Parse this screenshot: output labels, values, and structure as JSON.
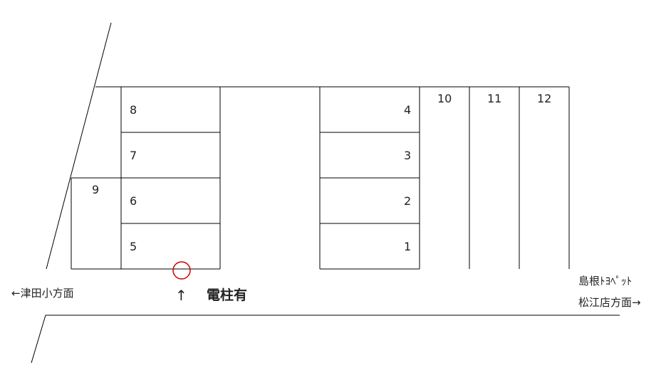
{
  "lot": {
    "stalls": [
      {
        "number": "1"
      },
      {
        "number": "2"
      },
      {
        "number": "3"
      },
      {
        "number": "4"
      },
      {
        "number": "5"
      },
      {
        "number": "6"
      },
      {
        "number": "7"
      },
      {
        "number": "8"
      },
      {
        "number": "9"
      },
      {
        "number": "10"
      },
      {
        "number": "11"
      },
      {
        "number": "12"
      }
    ]
  },
  "labels": {
    "left_direction": "←津田小方面",
    "right_direction_line1": "島根ﾄﾖﾍﾟｯﾄ",
    "right_direction_line2": "松江店方面→",
    "up_arrow": "↑",
    "utility_pole": "電柱有"
  },
  "colors": {
    "lines": "#000000",
    "utility_pole_marker": "#cc0000"
  }
}
